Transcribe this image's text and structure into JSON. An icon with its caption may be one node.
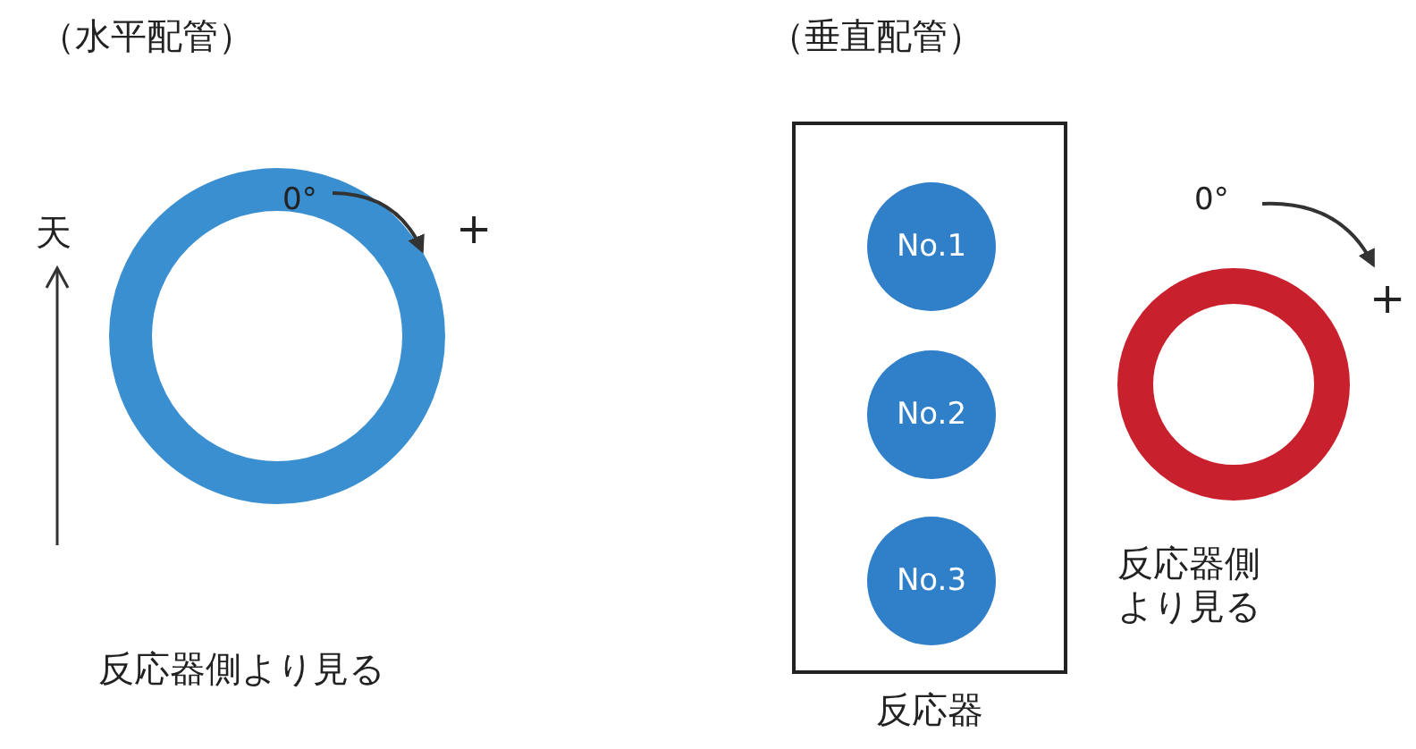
{
  "diagram": {
    "nodes": [
      {
        "text": [],
        "shape": "circle"
      },
      {
        "text": [
          "反応器"
        ]
      },
      {
        "text": [
          "No.1"
        ],
        "in": 1
      },
      {
        "text": [
          "No.2"
        ],
        "in": 1
      },
      {
        "text": [
          "No.3"
        ],
        "in": 1
      },
      {
        "text": [],
        "shape": "circle"
      }
    ],
    "edges": [],
    "labels": [
      "（水平配管）",
      "（垂直配管）",
      "天",
      "0°",
      "+",
      "反応器側より見る",
      "0°",
      "+",
      "反応器側より見る"
    ]
  }
}
